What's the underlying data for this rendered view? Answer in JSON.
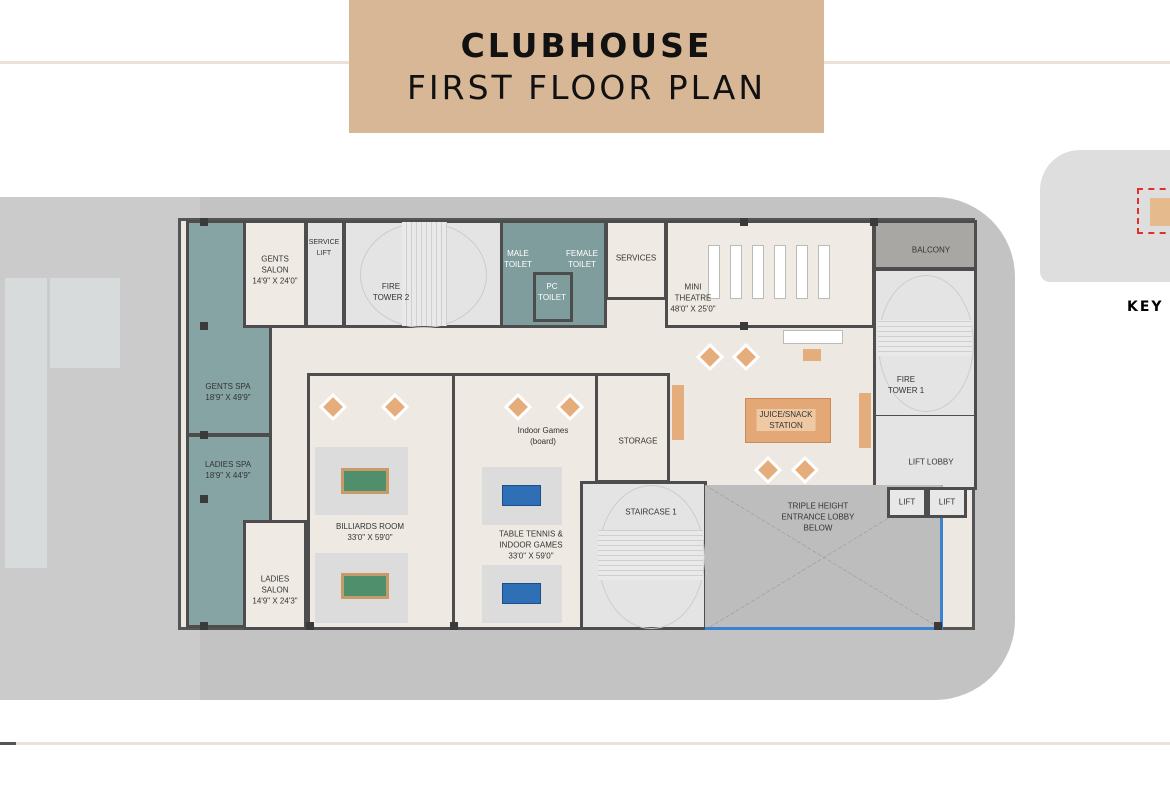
{
  "header": {
    "title_line1": "CLUBHOUSE",
    "title_line2": "FIRST FLOOR PLAN"
  },
  "key_plan": {
    "label": "KEY PLAN"
  },
  "colors": {
    "title_box": "#d8b797",
    "spa_teal": "#86a4a4",
    "juice_station": "#e4a877",
    "glass_line": "#3b82d0",
    "key_plan_marker": "#e0302a"
  },
  "rooms": {
    "gents_salon": {
      "name": "GENTS\nSALON",
      "line1": "GENTS",
      "line2": "SALON",
      "size": "14'9\" X 24'0\""
    },
    "service_lift": {
      "line1": "SERVICE",
      "line2": "LIFT"
    },
    "fire_tower_2": {
      "line1": "FIRE",
      "line2": "TOWER 2"
    },
    "male_toilet": {
      "line1": "MALE",
      "line2": "TOILET"
    },
    "female_toilet": {
      "line1": "FEMALE",
      "line2": "TOILET"
    },
    "pc_toilet": {
      "line1": "PC",
      "line2": "TOILET"
    },
    "services": {
      "name": "SERVICES"
    },
    "mini_theatre": {
      "line1": "MINI",
      "line2": "THEATRE",
      "size": "48'0\" X 25'0\""
    },
    "balcony": {
      "name": "BALCONY"
    },
    "fire_tower_1": {
      "line1": "FIRE",
      "line2": "TOWER 1"
    },
    "lift_lobby": {
      "name": "LIFT LOBBY"
    },
    "lift_a": {
      "name": "LIFT"
    },
    "lift_b": {
      "name": "LIFT"
    },
    "gents_spa": {
      "name": "GENTS SPA",
      "size": "18'9\" X 49'9\""
    },
    "ladies_spa": {
      "name": "LADIES SPA",
      "size": "18'9\" X 44'9\""
    },
    "ladies_salon": {
      "line1": "LADIES",
      "line2": "SALON",
      "size": "14'9\" X 24'3\""
    },
    "billiards": {
      "name": "BILLIARDS ROOM",
      "size": "33'0\" X 59'0\""
    },
    "indoor_games_board": {
      "line1": "Indoor Games",
      "line2": "(board)"
    },
    "table_tennis": {
      "line1": "TABLE TENNIS &",
      "line2": "INDOOR GAMES",
      "size": "33'0\" X 59'0\""
    },
    "storage": {
      "name": "STORAGE"
    },
    "staircase_1": {
      "name": "STAIRCASE 1"
    },
    "juice_station": {
      "line1": "JUICE/SNACK",
      "line2": "STATION"
    },
    "entrance_lobby": {
      "line1": "TRIPLE HEIGHT",
      "line2": "ENTRANCE LOBBY",
      "line3": "BELOW"
    }
  }
}
